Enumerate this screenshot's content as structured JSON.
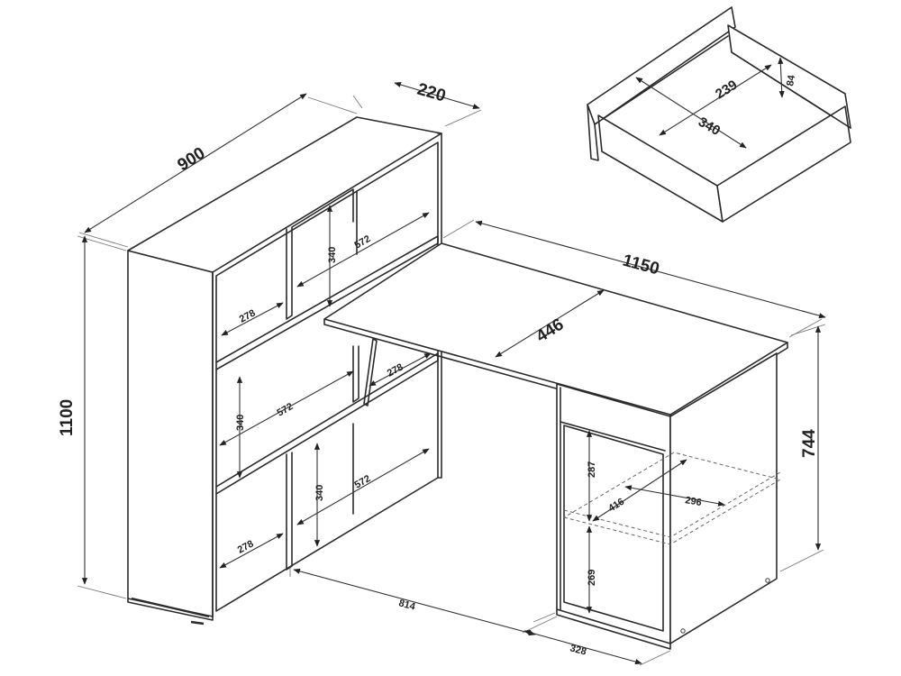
{
  "dimensions": {
    "shelf_width": "900",
    "shelf_depth": "220",
    "total_height": "1100",
    "desk_width": "1150",
    "desk_depth": "446",
    "desk_height": "744",
    "desk_inner_span": "814",
    "cabinet_width": "328",
    "shelf_compartment_width": "572",
    "shelf_compartment_height": "340",
    "shelf_small_compartment_width": "278",
    "cabinet_inner_width": "416",
    "cabinet_inner_depth": "296",
    "cabinet_upper_height": "287",
    "cabinet_lower_height": "269",
    "drawer_width": "340",
    "drawer_depth": "239",
    "drawer_height": "84"
  }
}
